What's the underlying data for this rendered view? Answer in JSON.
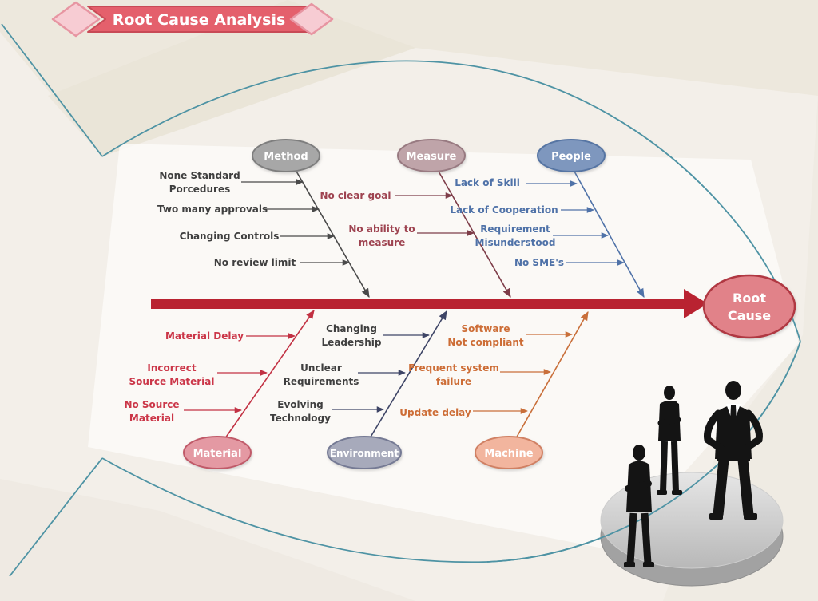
{
  "title": {
    "label": "Root Cause Analysis"
  },
  "effect": {
    "line1": "Root",
    "line2": "Cause"
  },
  "colors": {
    "background": "#f3efe9",
    "ribbon": "#e4606c",
    "ribbon_border": "#c84a56",
    "diamond_fill": "#f7ccd3",
    "diamond_border": "#e795a2",
    "spine": "#b92331",
    "fish_outline": "#4e93a4",
    "platform": "#c9c9c9",
    "silhouette": "#141414"
  },
  "branches": {
    "method": {
      "label": "Method",
      "ellipse_fill": "#a7a7a7",
      "ellipse_border": "#7e7e7e",
      "bone_color": "#4a4a4a",
      "text_color": "#3f3f3f",
      "causes": [
        [
          "None Standard",
          "Porcedures"
        ],
        [
          "Two many approvals"
        ],
        [
          "Changing Controls"
        ],
        [
          "No review limit"
        ]
      ]
    },
    "measure": {
      "label": "Measure",
      "ellipse_fill": "#bfa4a9",
      "ellipse_border": "#987a81",
      "bone_color": "#7e3d49",
      "text_color": "#9e4350",
      "causes": [
        [
          "No clear goal"
        ],
        [
          "No ability to",
          "measure"
        ]
      ]
    },
    "people": {
      "label": "People",
      "ellipse_fill": "#7e97be",
      "ellipse_border": "#5674a3",
      "bone_color": "#4f72a8",
      "text_color": "#4f72a8",
      "causes": [
        [
          "Lack of Skill"
        ],
        [
          "Lack of Cooperation"
        ],
        [
          "Requirement",
          "Misunderstood"
        ],
        [
          "No SME's"
        ]
      ]
    },
    "material": {
      "label": "Material",
      "ellipse_fill": "#e499a3",
      "ellipse_border": "#c05a69",
      "bone_color": "#c23143",
      "text_color": "#cb3648",
      "causes": [
        [
          "Material Delay"
        ],
        [
          "Incorrect",
          "Source Material"
        ],
        [
          "No Source",
          "Material"
        ]
      ]
    },
    "environment": {
      "label": "Environment",
      "ellipse_fill": "#a7aabb",
      "ellipse_border": "#757a94",
      "bone_color": "#3e4566",
      "text_color": "#3f3f3f",
      "causes": [
        [
          "Changing",
          "Leadership"
        ],
        [
          "Unclear",
          "Requirements"
        ],
        [
          "Evolving",
          "Technology"
        ]
      ]
    },
    "machine": {
      "label": "Machine",
      "ellipse_fill": "#f2b59e",
      "ellipse_border": "#d08064",
      "bone_color": "#c96f3a",
      "text_color": "#cd6d36",
      "causes": [
        [
          "Software",
          "Not compliant"
        ],
        [
          "Frequent system",
          "failure"
        ],
        [
          "Update delay"
        ]
      ]
    }
  }
}
